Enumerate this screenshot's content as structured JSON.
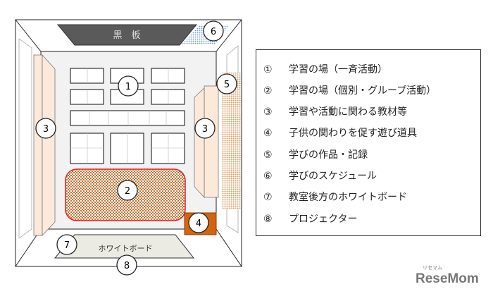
{
  "diagram": {
    "blackboard_label": "黒　板",
    "whiteboard_label": "ホワイトボード",
    "markers": [
      "1",
      "2",
      "3",
      "3",
      "4",
      "5",
      "6",
      "7",
      "8"
    ]
  },
  "legend": [
    {
      "num": "①",
      "text": "学習の場（一斉活動）"
    },
    {
      "num": "②",
      "text": "学習の場（個別・グループ活動）"
    },
    {
      "num": "③",
      "text": "学習や活動に関わる教材等"
    },
    {
      "num": "④",
      "text": "子供の関わりを促す遊び道具"
    },
    {
      "num": "⑤",
      "text": "学びの作品・記録"
    },
    {
      "num": "⑥",
      "text": "学びのスケジュール"
    },
    {
      "num": "⑦",
      "text": "教室後方のホワイトボード"
    },
    {
      "num": "⑧",
      "text": "プロジェクター"
    }
  ],
  "logo": {
    "text": "ReseMom",
    "ruby": "リセマム"
  },
  "colors": {
    "blackboard": "#5a5a5a",
    "rug_border": "#e02020",
    "rug": "#d9935a",
    "shelf": "#fde9da",
    "box": "#d4650f"
  }
}
